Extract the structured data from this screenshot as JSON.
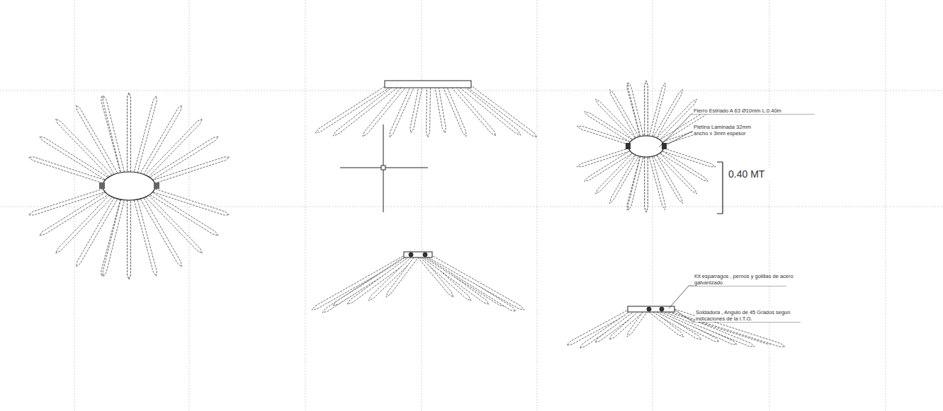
{
  "diagram": {
    "labels": [
      "Fierro Estriado A 63 Ø10mm L:0.40m",
      "Pletina Laminada 32mm ancho x 3mm espesor",
      "0.40 MT",
      "Kit esparragos , pernos y golillas de acero galvanizado",
      "Soldadura , Angulo de 45 Grados segun indicaciones de la I.T.O."
    ]
  }
}
